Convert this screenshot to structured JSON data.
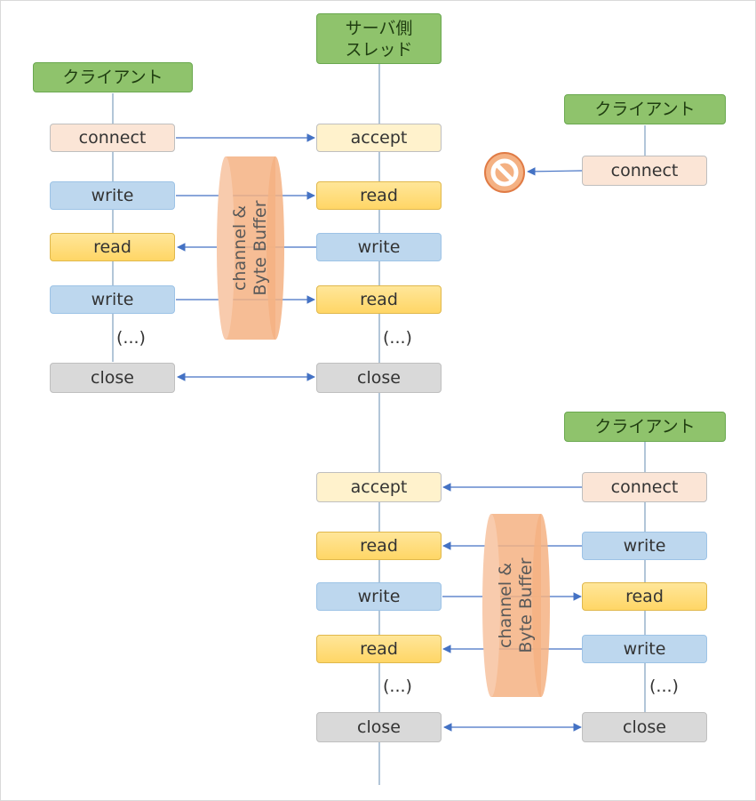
{
  "headers": {
    "server": {
      "line1": "サーバ側",
      "line2": "スレッド"
    },
    "client1": "クライアント",
    "client2": "クライアント",
    "client3": "クライアント"
  },
  "client1": {
    "connect": "connect",
    "write1": "write",
    "read": "read",
    "write2": "write",
    "ellipsis": "(...)",
    "close": "close"
  },
  "server1": {
    "accept": "accept",
    "read1": "read",
    "write": "write",
    "read2": "read",
    "ellipsis": "(...)",
    "close": "close"
  },
  "client2": {
    "connect": "connect"
  },
  "server2": {
    "accept": "accept",
    "read1": "read",
    "write": "write",
    "read2": "read",
    "ellipsis": "(...)",
    "close": "close"
  },
  "client3": {
    "connect": "connect",
    "write1": "write",
    "read": "read",
    "write2": "write",
    "ellipsis": "(...)",
    "close": "close"
  },
  "buffers": {
    "top": {
      "line1": "channel &",
      "line2": "Byte Buffer"
    },
    "bottom": {
      "line1": "channel &",
      "line2": "Byte Buffer"
    }
  },
  "icons": {
    "blocked": "no-entry-icon"
  },
  "colors": {
    "header": "#8fc36c",
    "connect": "#fbe5d6",
    "accept": "#fff2cc",
    "write": "#bdd7ee",
    "read": "#ffd966",
    "close": "#d9d9d9",
    "buffer": "#f4b183",
    "arrow": "#4472c4",
    "lifeline": "#7f9fbf"
  }
}
